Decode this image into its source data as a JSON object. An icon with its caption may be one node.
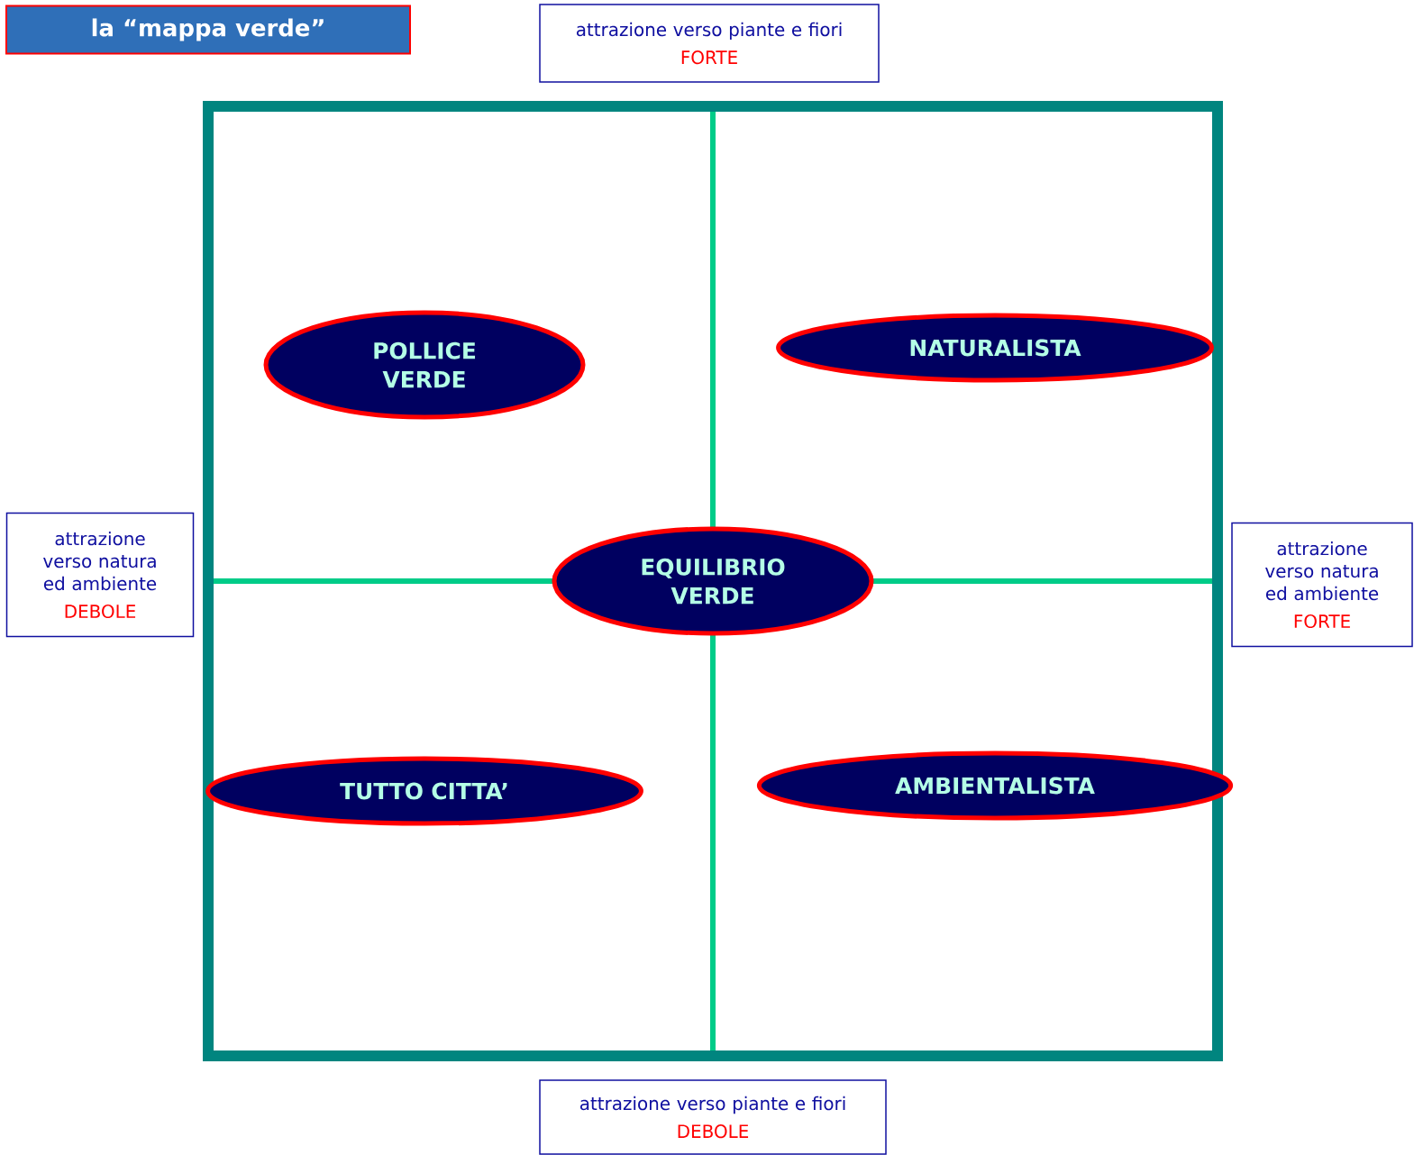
{
  "diagram": {
    "title": "la “mappa verde”",
    "nodes": [
      {
        "text": [
          "attrazione verso piante e fiori",
          "FORTE"
        ]
      },
      {
        "text": [
          "POLLICE VERDE"
        ]
      },
      {
        "text": [
          "NATURALISTA"
        ]
      },
      {
        "text": [
          "attrazione verso natura ed ambiente",
          "DEBOLE"
        ]
      },
      {
        "text": [
          "EQUILIBRIO VERDE"
        ]
      },
      {
        "text": [
          "attrazione verso natura ed ambiente",
          "FORTE"
        ]
      },
      {
        "text": [
          "TUTTO CITTA’"
        ]
      },
      {
        "text": [
          "AMBIENTALISTA"
        ]
      },
      {
        "text": [
          "attrazione verso piante e fiori",
          "DEBOLE"
        ]
      }
    ]
  }
}
